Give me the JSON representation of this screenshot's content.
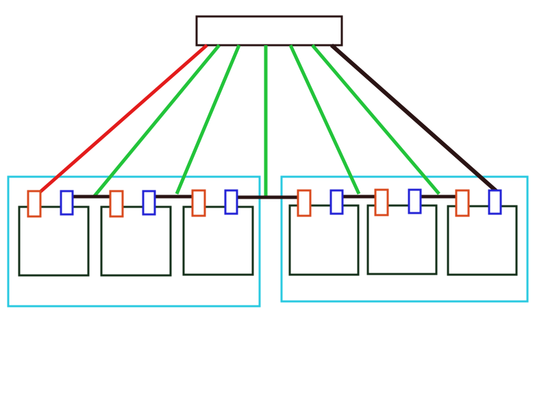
{
  "diagram": {
    "colors": {
      "background": "#ffffff",
      "hub_outline": "#2a1414",
      "positive_wire": "#e31b1b",
      "parallel_wire": "#22c43a",
      "negative_wire": "#2a1414",
      "series_link": "#2a1414",
      "group_outline": "#29c9e0",
      "cell_outline": "#14301a",
      "positive_terminal": "#d94a1e",
      "negative_terminal": "#2424d6"
    },
    "hub": {
      "label": ""
    },
    "groups": [
      {
        "name": "left-group",
        "cells": 3
      },
      {
        "name": "right-group",
        "cells": 3
      }
    ]
  }
}
